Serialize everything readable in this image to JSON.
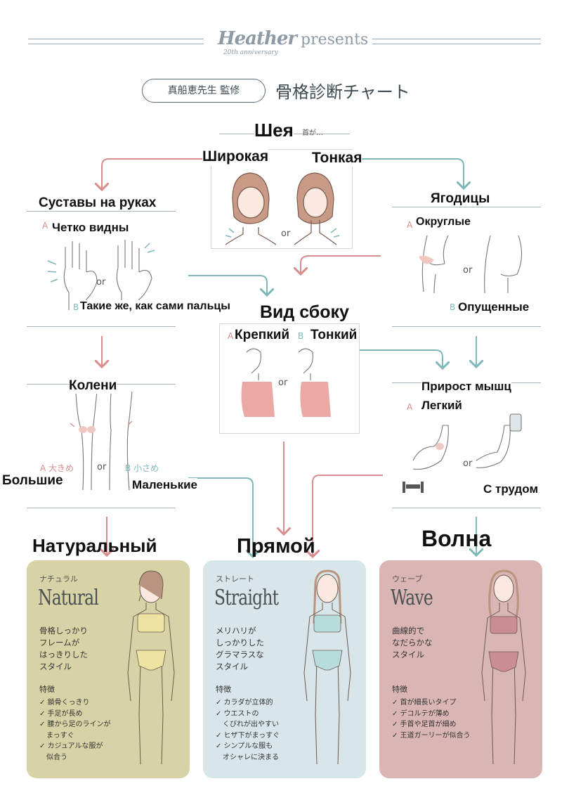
{
  "header": {
    "brand": "Heather",
    "anniversary": "20th anniversary",
    "presents": "presents",
    "supervisor": "真船恵先生 監修",
    "title": "骨格診断チャート"
  },
  "questions": {
    "neck": {
      "title": "Шея",
      "a": "Широкая",
      "b": "Тонкая",
      "or": "or",
      "jp_prefix": "首が…"
    },
    "arm_joints": {
      "title": "Суставы на руках",
      "a": "Четко видны",
      "b": "Такие же, как сами пальцы",
      "or": "or",
      "a_letter": "A",
      "b_letter": "B"
    },
    "buttocks": {
      "title": "Ягодицы",
      "a": "Округлые",
      "b": "Опущенные",
      "or": "or",
      "a_letter": "A",
      "b_letter": "B"
    },
    "side_view": {
      "title": "Вид сбоку",
      "a": "Крепкий",
      "b": "Тонкий",
      "or": "or",
      "a_letter": "A",
      "b_letter": "B"
    },
    "knees": {
      "title": "Колени",
      "a": "Большие",
      "b": "Маленькие",
      "or": "or",
      "a_jp": "A 大きめ",
      "b_jp": "B 小さめ"
    },
    "muscle_gain": {
      "title": "Прирост мышц",
      "a": "Легкий",
      "b": "С трудом",
      "or": "or",
      "a_letter": "A"
    }
  },
  "results": [
    {
      "ru": "Натуральный",
      "kana": "ナチュラル",
      "en": "Natural",
      "desc": "骨格しっかり\nフレームが\nはっきりした\nスタイル",
      "feat_heading": "特徴",
      "features": [
        "✓ 鎖骨くっきり",
        "✓ 手足が長め",
        "✓ 腰から足のラインが\n　まっすぐ",
        "✓ カジュアルな服が\n　似合う"
      ],
      "bg": "#d8d3a6",
      "outfit": "#eee3a2"
    },
    {
      "ru": "Прямой",
      "kana": "ストレート",
      "en": "Straight",
      "desc": "メリハリが\nしっかりした\nグラマラスな\nスタイル",
      "feat_heading": "特徴",
      "features": [
        "✓ カラダが立体的",
        "✓ ウエストの\n　くびれが出やすい",
        "✓ ヒザ下がまっすぐ",
        "✓ シンプルな服も\n　オシャレに決まる"
      ],
      "bg": "#d9e6e9",
      "outfit": "#b8dcdc"
    },
    {
      "ru": "Волна",
      "kana": "ウェーブ",
      "en": "Wave",
      "desc": "曲線的で\nなだらかな\nスタイル",
      "feat_heading": "特徴",
      "features": [
        "✓ 首が細長いタイプ",
        "✓ デコルテが薄め",
        "✓ 手首や足首が細め",
        "✓ 王道ガーリーが似合う"
      ],
      "bg": "#d9b5b3",
      "outfit": "#c98d92"
    }
  ],
  "colors": {
    "arrow_red": "#d98d8d",
    "arrow_teal": "#7fb8bb",
    "rule": "#9aa8b3"
  }
}
